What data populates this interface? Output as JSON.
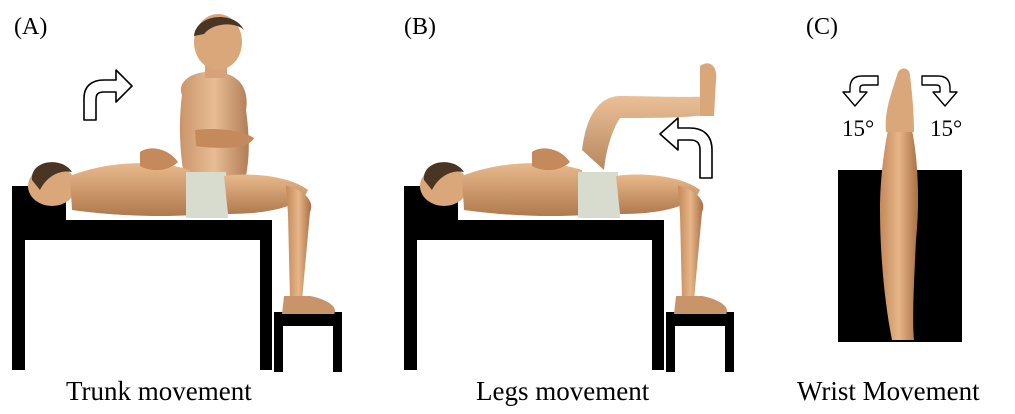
{
  "panels": [
    {
      "label": "(A)",
      "caption": "Trunk movement"
    },
    {
      "label": "(B)",
      "caption": "Legs movement"
    },
    {
      "label": "(C)",
      "caption": "Wrist Movement"
    }
  ],
  "wrist_angles": {
    "left": "15°",
    "right": "15°"
  },
  "colors": {
    "skin": "#d9a77a",
    "skin_shadow": "#b07a4e",
    "hair": "#4a3524",
    "shorts": "#d8dccf",
    "furniture": "#000000"
  }
}
